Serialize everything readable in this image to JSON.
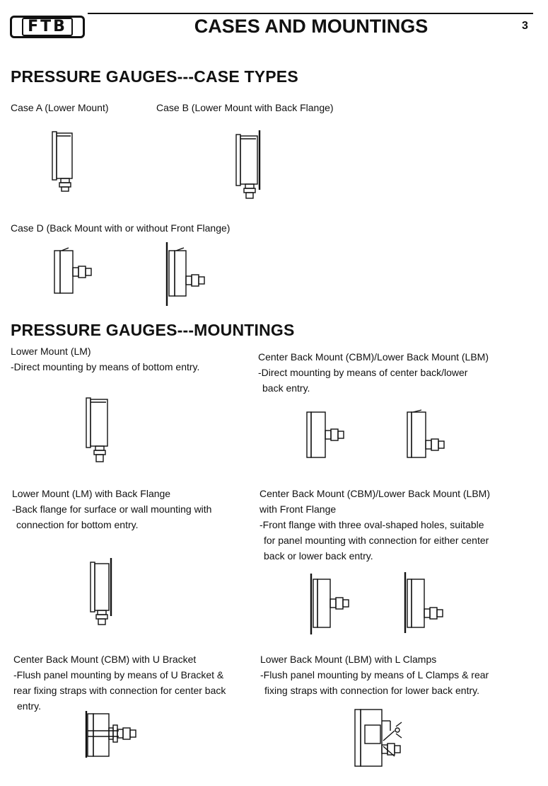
{
  "header": {
    "logo_text": "FTB",
    "title": "CASES AND MOUNTINGS",
    "page_number": "3"
  },
  "case_types": {
    "heading": "PRESSURE GAUGES---CASE TYPES",
    "case_a": "Case A (Lower Mount)",
    "case_b": "Case B (Lower Mount with Back Flange)",
    "case_d": "Case D (Back Mount with or without Front Flange)"
  },
  "mountings": {
    "heading": "PRESSURE GAUGES---MOUNTINGS",
    "lm": {
      "title": "Lower Mount (LM)",
      "desc": "-Direct mounting by means of bottom entry."
    },
    "cbm_lbm": {
      "title": "Center Back Mount (CBM)/Lower Back Mount (LBM)",
      "desc_line1": "-Direct mounting by means of center back/lower",
      "desc_line2": "back entry."
    },
    "lm_flange": {
      "title": "Lower Mount (LM) with Back Flange",
      "desc_line1": "-Back flange for surface or wall mounting with",
      "desc_line2": "connection for bottom entry."
    },
    "cbm_lbm_flange": {
      "title_line1": "Center Back Mount (CBM)/Lower Back Mount (LBM)",
      "title_line2": "with Front Flange",
      "desc_line1": "-Front flange with three oval-shaped holes, suitable",
      "desc_line2": "for panel mounting with connection for either center",
      "desc_line3": "back or lower back entry."
    },
    "cbm_u": {
      "title": "Center Back Mount (CBM) with U Bracket",
      "desc_line1": "-Flush panel mounting by means of U Bracket &",
      "desc_line2": "rear fixing straps with connection for center back",
      "desc_line3": "entry."
    },
    "lbm_l": {
      "title": "Lower Back Mount (LBM) with L Clamps",
      "desc_line1": "-Flush panel mounting by means of L Clamps & rear",
      "desc_line2": "fixing straps with connection for lower back entry."
    }
  }
}
